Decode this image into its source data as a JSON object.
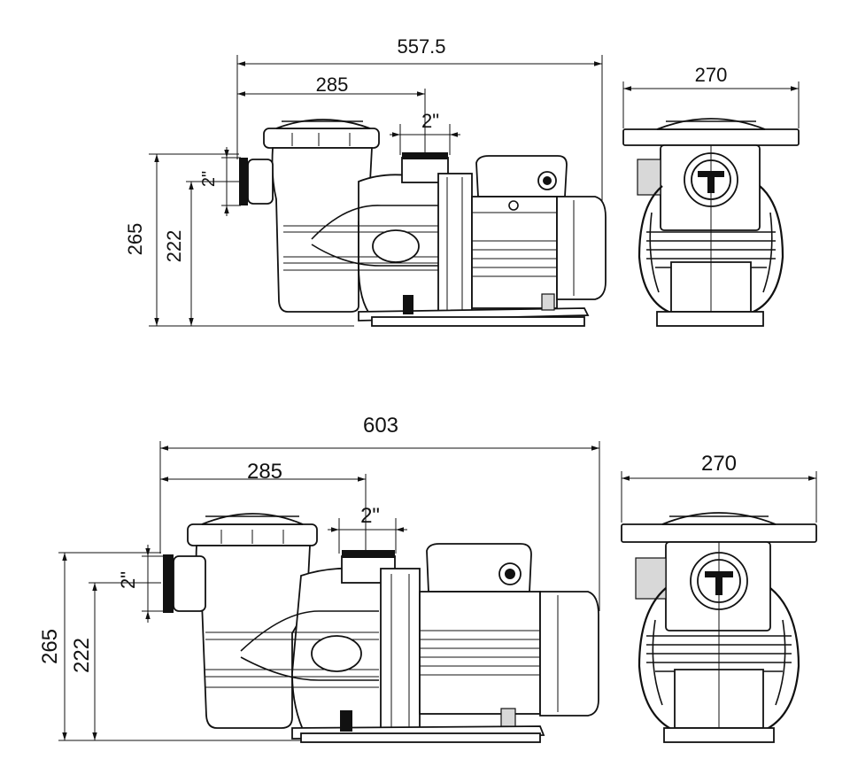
{
  "top_drawing": {
    "overall_length": "557.5",
    "inlet_to_outlet_length": "285",
    "outlet_size": "2\"",
    "inlet_size": "2\"",
    "overall_height": "265",
    "inlet_height": "222",
    "end_view_width": "270"
  },
  "bottom_drawing": {
    "overall_length": "603",
    "inlet_to_outlet_length": "285",
    "outlet_size": "2\"",
    "inlet_size": "2\"",
    "overall_height": "265",
    "inlet_height": "222",
    "end_view_width": "270"
  }
}
